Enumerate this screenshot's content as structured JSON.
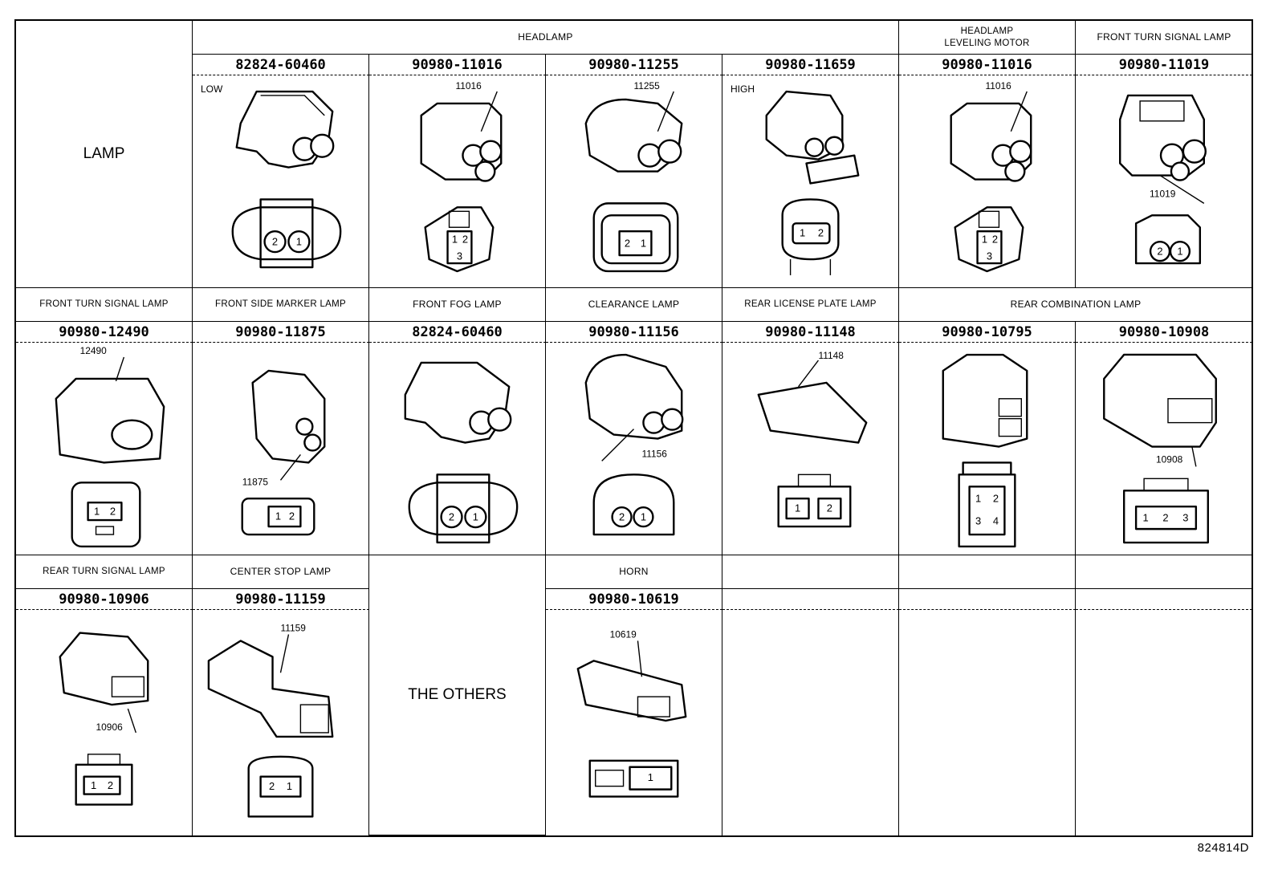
{
  "title_cell": "LAMP",
  "figure_id": "824814D",
  "groups_row1": [
    {
      "label": "HEADLAMP"
    },
    {
      "label": "HEADLAMP\nLEVELING MOTOR"
    },
    {
      "label": "FRONT TURN SIGNAL LAMP"
    }
  ],
  "row1": [
    {
      "part": "82824-60460",
      "note": "LOW",
      "callout": ""
    },
    {
      "part": "90980-11016",
      "note": "",
      "callout": "11016"
    },
    {
      "part": "90980-11255",
      "note": "",
      "callout": "11255"
    },
    {
      "part": "90980-11659",
      "note": "HIGH",
      "callout": ""
    },
    {
      "part": "90980-11016",
      "note": "",
      "callout": "11016"
    },
    {
      "part": "90980-11019",
      "note": "",
      "callout": "11019"
    }
  ],
  "row2": [
    {
      "label": "FRONT TURN SIGNAL LAMP",
      "part": "90980-12490",
      "callout": "12490"
    },
    {
      "label": "FRONT SIDE MARKER LAMP",
      "part": "90980-11875",
      "callout": "11875"
    },
    {
      "label": "FRONT FOG LAMP",
      "part": "82824-60460",
      "callout": ""
    },
    {
      "label": "CLEARANCE LAMP",
      "part": "90980-11156",
      "callout": "11156"
    },
    {
      "label": "REAR LICENSE PLATE LAMP",
      "part": "90980-11148",
      "callout": "11148"
    },
    {
      "part": "90980-10795",
      "callout": ""
    },
    {
      "part": "90980-10908",
      "callout": "10908"
    }
  ],
  "row2_group": "REAR COMBINATION LAMP",
  "row3": [
    {
      "label": "REAR TURN SIGNAL LAMP",
      "part": "90980-10906",
      "callout": "10906"
    },
    {
      "label": "CENTER STOP LAMP",
      "part": "90980-11159",
      "callout": "11159"
    },
    {
      "label": "HORN",
      "part": "90980-10619",
      "callout": "10619"
    }
  ],
  "the_others": "THE OTHERS"
}
